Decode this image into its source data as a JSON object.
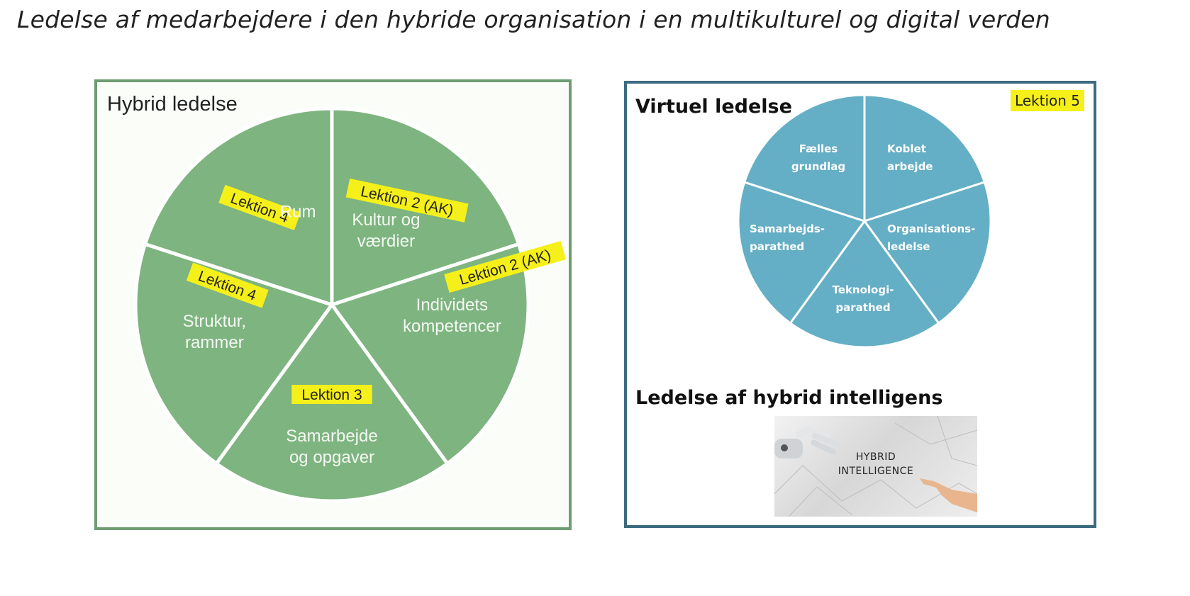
{
  "title": "Ledelse af medarbejdere i den hybride organisation i en multikulturel og digital verden",
  "left_panel": {
    "title": "Hybrid ledelse",
    "segments": [
      {
        "tag": "Lektion 4",
        "label": [
          "Rum"
        ]
      },
      {
        "tag": "Lektion 2 (AK)",
        "label": [
          "Kultur og",
          "værdier"
        ]
      },
      {
        "tag": "Lektion 2 (AK)",
        "label": [
          "Individets",
          "kompetencer"
        ]
      },
      {
        "tag": "Lektion 3",
        "label": [
          "Samarbejde",
          "og opgaver"
        ]
      },
      {
        "tag": "Lektion 4",
        "label": [
          "Struktur,",
          "rammer"
        ]
      }
    ]
  },
  "right_panel": {
    "title": "Virtuel ledelse",
    "tag": "Lektion 5",
    "segments": [
      {
        "label": [
          "Fælles",
          "grundlag"
        ]
      },
      {
        "label": [
          "Koblet",
          "arbejde"
        ]
      },
      {
        "label": [
          "Organisations-",
          "ledelse"
        ]
      },
      {
        "label": [
          "Teknologi-",
          "parathed"
        ]
      },
      {
        "label": [
          "Samarbejds-",
          "parathed"
        ]
      }
    ],
    "subtitle": "Ledelse af hybrid intelligens",
    "image_text": [
      "HYBRID",
      "INTELLIGENCE"
    ]
  },
  "colors": {
    "green_pie": "#7db47f",
    "blue_pie": "#64afc5",
    "highlight": "#f5f01a",
    "left_border": "#6e9c73",
    "right_border": "#3c6b80"
  }
}
